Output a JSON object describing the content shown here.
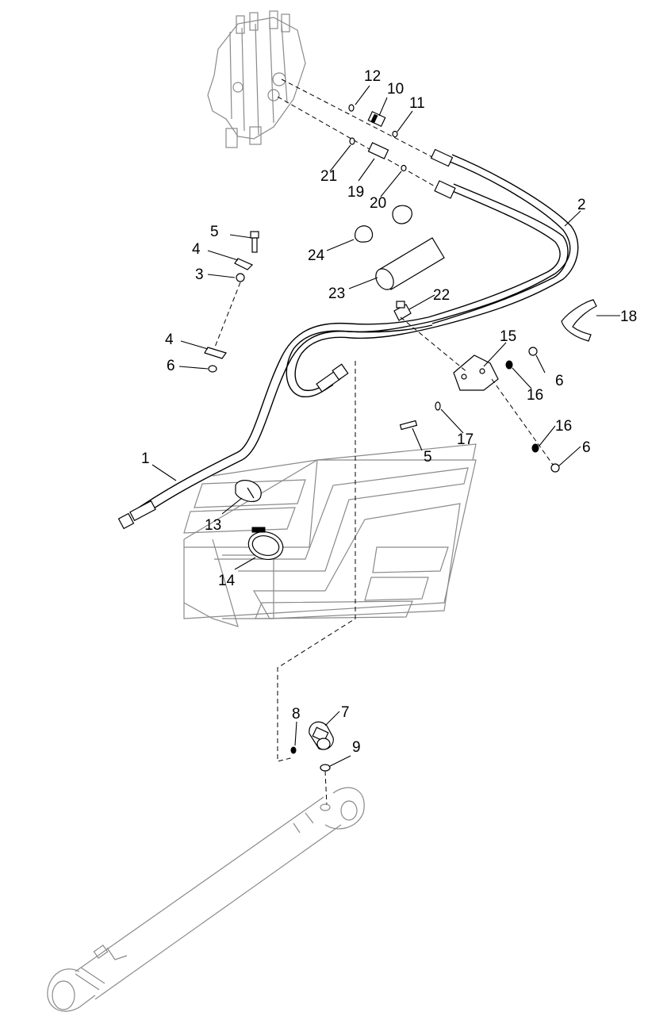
{
  "callouts": {
    "c1": "1",
    "c2": "2",
    "c3": "3",
    "c4a": "4",
    "c4b": "4",
    "c5a": "5",
    "c5b": "5",
    "c6a": "6",
    "c6b": "6",
    "c6c": "6",
    "c7": "7",
    "c8": "8",
    "c9": "9",
    "c10": "10",
    "c11": "11",
    "c12": "12",
    "c13": "13",
    "c14": "14",
    "c15": "15",
    "c16a": "16",
    "c16b": "16",
    "c17": "17",
    "c18": "18",
    "c19": "19",
    "c20": "20",
    "c21": "21",
    "c22": "22",
    "c23": "23",
    "c24": "24"
  },
  "colors": {
    "line": "#000000",
    "background_parts": "#8a8a8a",
    "page": "#ffffff"
  }
}
